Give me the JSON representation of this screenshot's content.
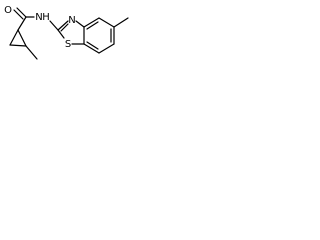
{
  "molecule": {
    "atoms": {
      "oxygen": "O",
      "amide_nitrogen": "N",
      "amide_hydrogen": "H",
      "thiazole_nitrogen": "N",
      "sulfur": "S"
    },
    "colors": {
      "bond": "#000000",
      "text": "#000000",
      "background": "#ffffff"
    }
  }
}
